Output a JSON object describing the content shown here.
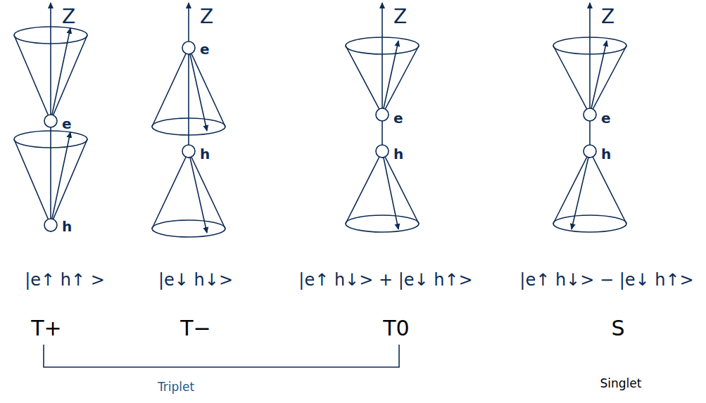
{
  "diagram": {
    "labels": [
      "Z",
      "Z",
      "Z",
      "Z",
      "e",
      "e",
      "e",
      "e",
      "h",
      "h",
      "h",
      "h",
      "|e↑ h↑ >",
      "|e↓ h↓>",
      "|e↑ h↓> + |e↓ h↑>",
      "|e↑ h↓> − |e↓ h↑>",
      "T+",
      "T−",
      "T0",
      "S",
      "Triplet",
      "Singlet"
    ]
  }
}
